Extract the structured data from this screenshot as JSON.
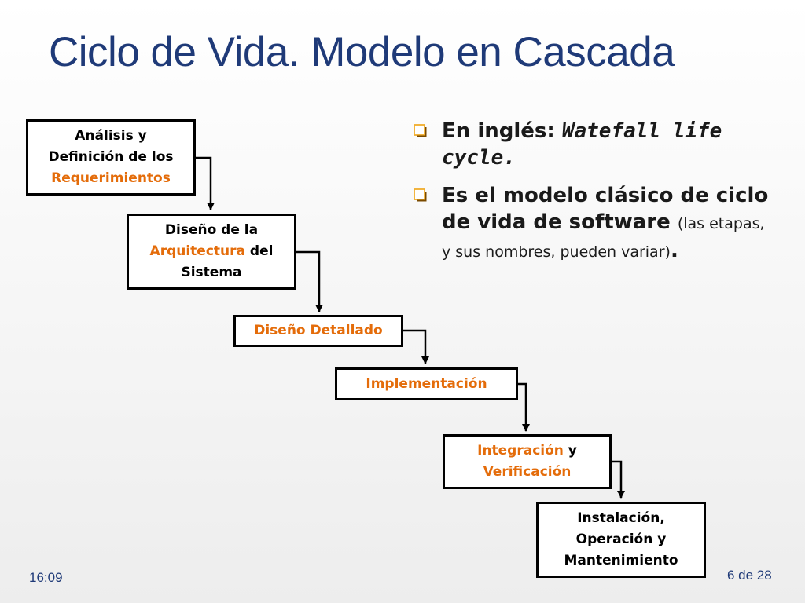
{
  "slide": {
    "title": "Ciclo de Vida. Modelo en Cascada",
    "time": "16:09",
    "page": "6 de 28"
  },
  "steps": [
    {
      "lines": [
        [
          {
            "t": "Análisis y",
            "o": false
          }
        ],
        [
          {
            "t": "Definición de los",
            "o": false
          }
        ],
        [
          {
            "t": "Requerimientos",
            "o": true
          }
        ]
      ]
    },
    {
      "lines": [
        [
          {
            "t": "Diseño de la",
            "o": false
          }
        ],
        [
          {
            "t": "Arquitectura",
            "o": true
          },
          {
            "t": " del",
            "o": false
          }
        ],
        [
          {
            "t": "Sistema",
            "o": false
          }
        ]
      ]
    },
    {
      "lines": [
        [
          {
            "t": "Diseño Detallado",
            "o": true
          }
        ]
      ]
    },
    {
      "lines": [
        [
          {
            "t": "Implementación",
            "o": true
          }
        ]
      ]
    },
    {
      "lines": [
        [
          {
            "t": "Integración",
            "o": true
          },
          {
            "t": " y",
            "o": false
          }
        ],
        [
          {
            "t": "Verificación",
            "o": true
          }
        ]
      ]
    },
    {
      "lines": [
        [
          {
            "t": "Instalación,",
            "o": false
          }
        ],
        [
          {
            "t": "Operación y",
            "o": false
          }
        ],
        [
          {
            "t": "Mantenimiento",
            "o": false
          }
        ]
      ]
    }
  ],
  "bullets": [
    {
      "prefix": "En inglés: ",
      "mono": "Watefall life cycle."
    },
    {
      "text": "Es el modelo clásico de ciclo de vida de software",
      "note": "(las etapas, y sus nombres, pueden variar)",
      "end": "."
    }
  ],
  "colors": {
    "title": "#1f3a78",
    "highlight": "#e46c0a",
    "bullet_icon": "#f0ad2c"
  }
}
